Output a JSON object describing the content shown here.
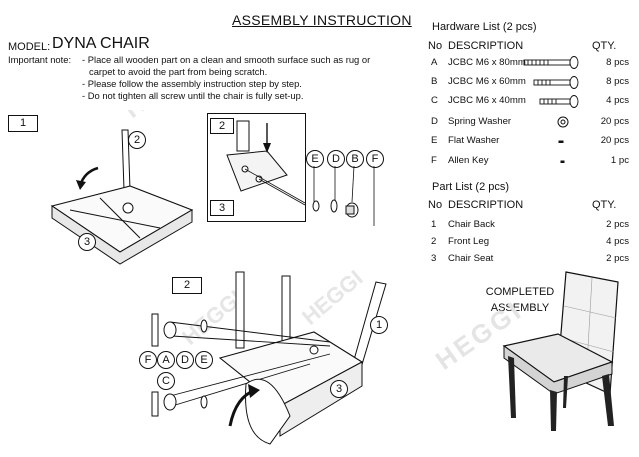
{
  "header": {
    "title": "ASSEMBLY INSTRUCTION",
    "model_label": "MODEL:",
    "model_name": "DYNA CHAIR",
    "note_label": "Important note:",
    "notes": [
      "- Place all wooden part on a clean and smooth surface such as rug or",
      "carpet to avoid the part from being scratch.",
      "- Please follow the assembly instruction step by step.",
      "- Do not tighten all screw until the chair is fully set-up."
    ]
  },
  "hardware": {
    "title": "Hardware List (2 pcs)",
    "col_no": "No",
    "col_desc": "DESCRIPTION",
    "col_qty": "QTY.",
    "items": [
      {
        "no": "A",
        "desc": "JCBC M6 x 80mm",
        "qty": "8 pcs",
        "icon": "bolt-80-icon"
      },
      {
        "no": "B",
        "desc": "JCBC M6 x 60mm",
        "qty": "8 pcs",
        "icon": "bolt-60-icon"
      },
      {
        "no": "C",
        "desc": "JCBC M6 x 40mm",
        "qty": "4 pcs",
        "icon": "bolt-40-icon"
      },
      {
        "no": "D",
        "desc": "Spring Washer",
        "qty": "20 pcs",
        "icon": "spring-washer-icon"
      },
      {
        "no": "E",
        "desc": "Flat Washer",
        "qty": "20 pcs",
        "icon": "flat-washer-icon"
      },
      {
        "no": "F",
        "desc": "Allen Key",
        "qty": "1 pc",
        "icon": "allen-key-icon"
      }
    ]
  },
  "parts": {
    "title": "Part List (2 pcs)",
    "col_no": "No",
    "col_desc": "DESCRIPTION",
    "col_qty": "QTY.",
    "items": [
      {
        "no": "1",
        "desc": "Chair Back",
        "qty": "2 pcs"
      },
      {
        "no": "2",
        "desc": "Front Leg",
        "qty": "4 pcs"
      },
      {
        "no": "3",
        "desc": "Chair Seat",
        "qty": "2 pcs"
      }
    ]
  },
  "completed": {
    "line1": "COMPLETED",
    "line2": "ASSEMBLY"
  },
  "steps": {
    "step1": "1",
    "step2": "2"
  },
  "callouts": {
    "leg": "2",
    "back": "1",
    "seat": "3",
    "a": "A",
    "b": "B",
    "c": "C",
    "d": "D",
    "e": "E",
    "f": "F"
  },
  "watermark": "HEGGI"
}
